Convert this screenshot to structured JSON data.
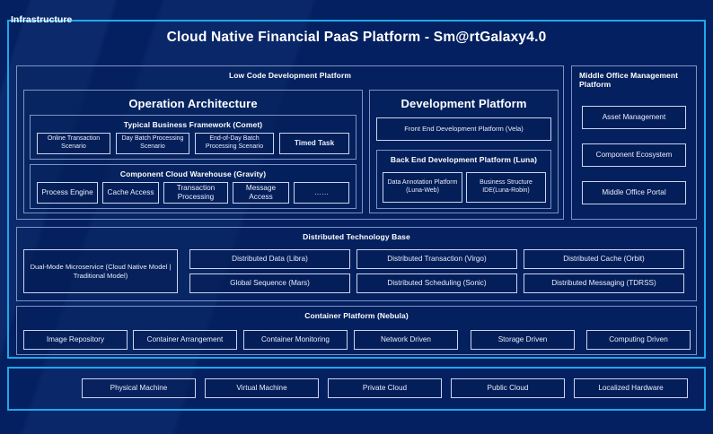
{
  "theme": {
    "background": "#042060",
    "accent_border": "#1fa8ea",
    "panel_border": "#7e93c4",
    "chip_border": "#c9d6ef",
    "text": "#ffffff"
  },
  "title": "Cloud Native Financial PaaS Platform - Sm@rtGalaxy4.0",
  "low_code": {
    "title": "Low Code Development Platform",
    "operation_architecture": {
      "title": "Operation Architecture",
      "typical_business_framework": {
        "title": "Typical Business Framework (Comet)",
        "items": [
          "Online Transaction Scenario",
          "Day Batch Processing Scenario",
          "End-of-Day Batch Processing Scenario",
          "Timed Task"
        ]
      },
      "component_cloud_warehouse": {
        "title": "Component Cloud Warehouse (Gravity)",
        "items": [
          "Process Engine",
          "Cache Access",
          "Transaction Processing",
          "Message Access",
          "……"
        ]
      }
    },
    "development_platform": {
      "title": "Development Platform",
      "front_end": "Front End Development Platform (Vela)",
      "back_end": {
        "title": "Back End Development Platform (Luna)",
        "items": [
          "Data Annotation Platform (Luna-Web)",
          "Business Structure IDE(Luna-Robin)"
        ]
      }
    }
  },
  "middle_office": {
    "title": "Middle Office Management Platform",
    "items": [
      "Asset Management",
      "Component Ecosystem",
      "Middle Office Portal"
    ]
  },
  "distributed_technology_base": {
    "title": "Distributed Technology Base",
    "dual_mode": "Dual-Mode Microservice (Cloud Native Model | Traditional Model)",
    "columns": [
      [
        "Distributed Data (Libra)",
        "Global Sequence (Mars)"
      ],
      [
        "Distributed Transaction (Virgo)",
        "Distributed Scheduling (Sonic)"
      ],
      [
        "Distributed Cache (Orbit)",
        "Distributed Messaging (TDRSS)"
      ]
    ]
  },
  "container_platform": {
    "title": "Container Platform (Nebula)",
    "items": [
      "Image Repository",
      "Container Arrangement",
      "Container Monitoring",
      "Network Driven",
      "Storage Driven",
      "Computing Driven"
    ]
  },
  "infrastructure": {
    "label": "Infrastructure",
    "items": [
      "Physical Machine",
      "Virtual Machine",
      "Private Cloud",
      "Public Cloud",
      "Localized Hardware"
    ]
  }
}
